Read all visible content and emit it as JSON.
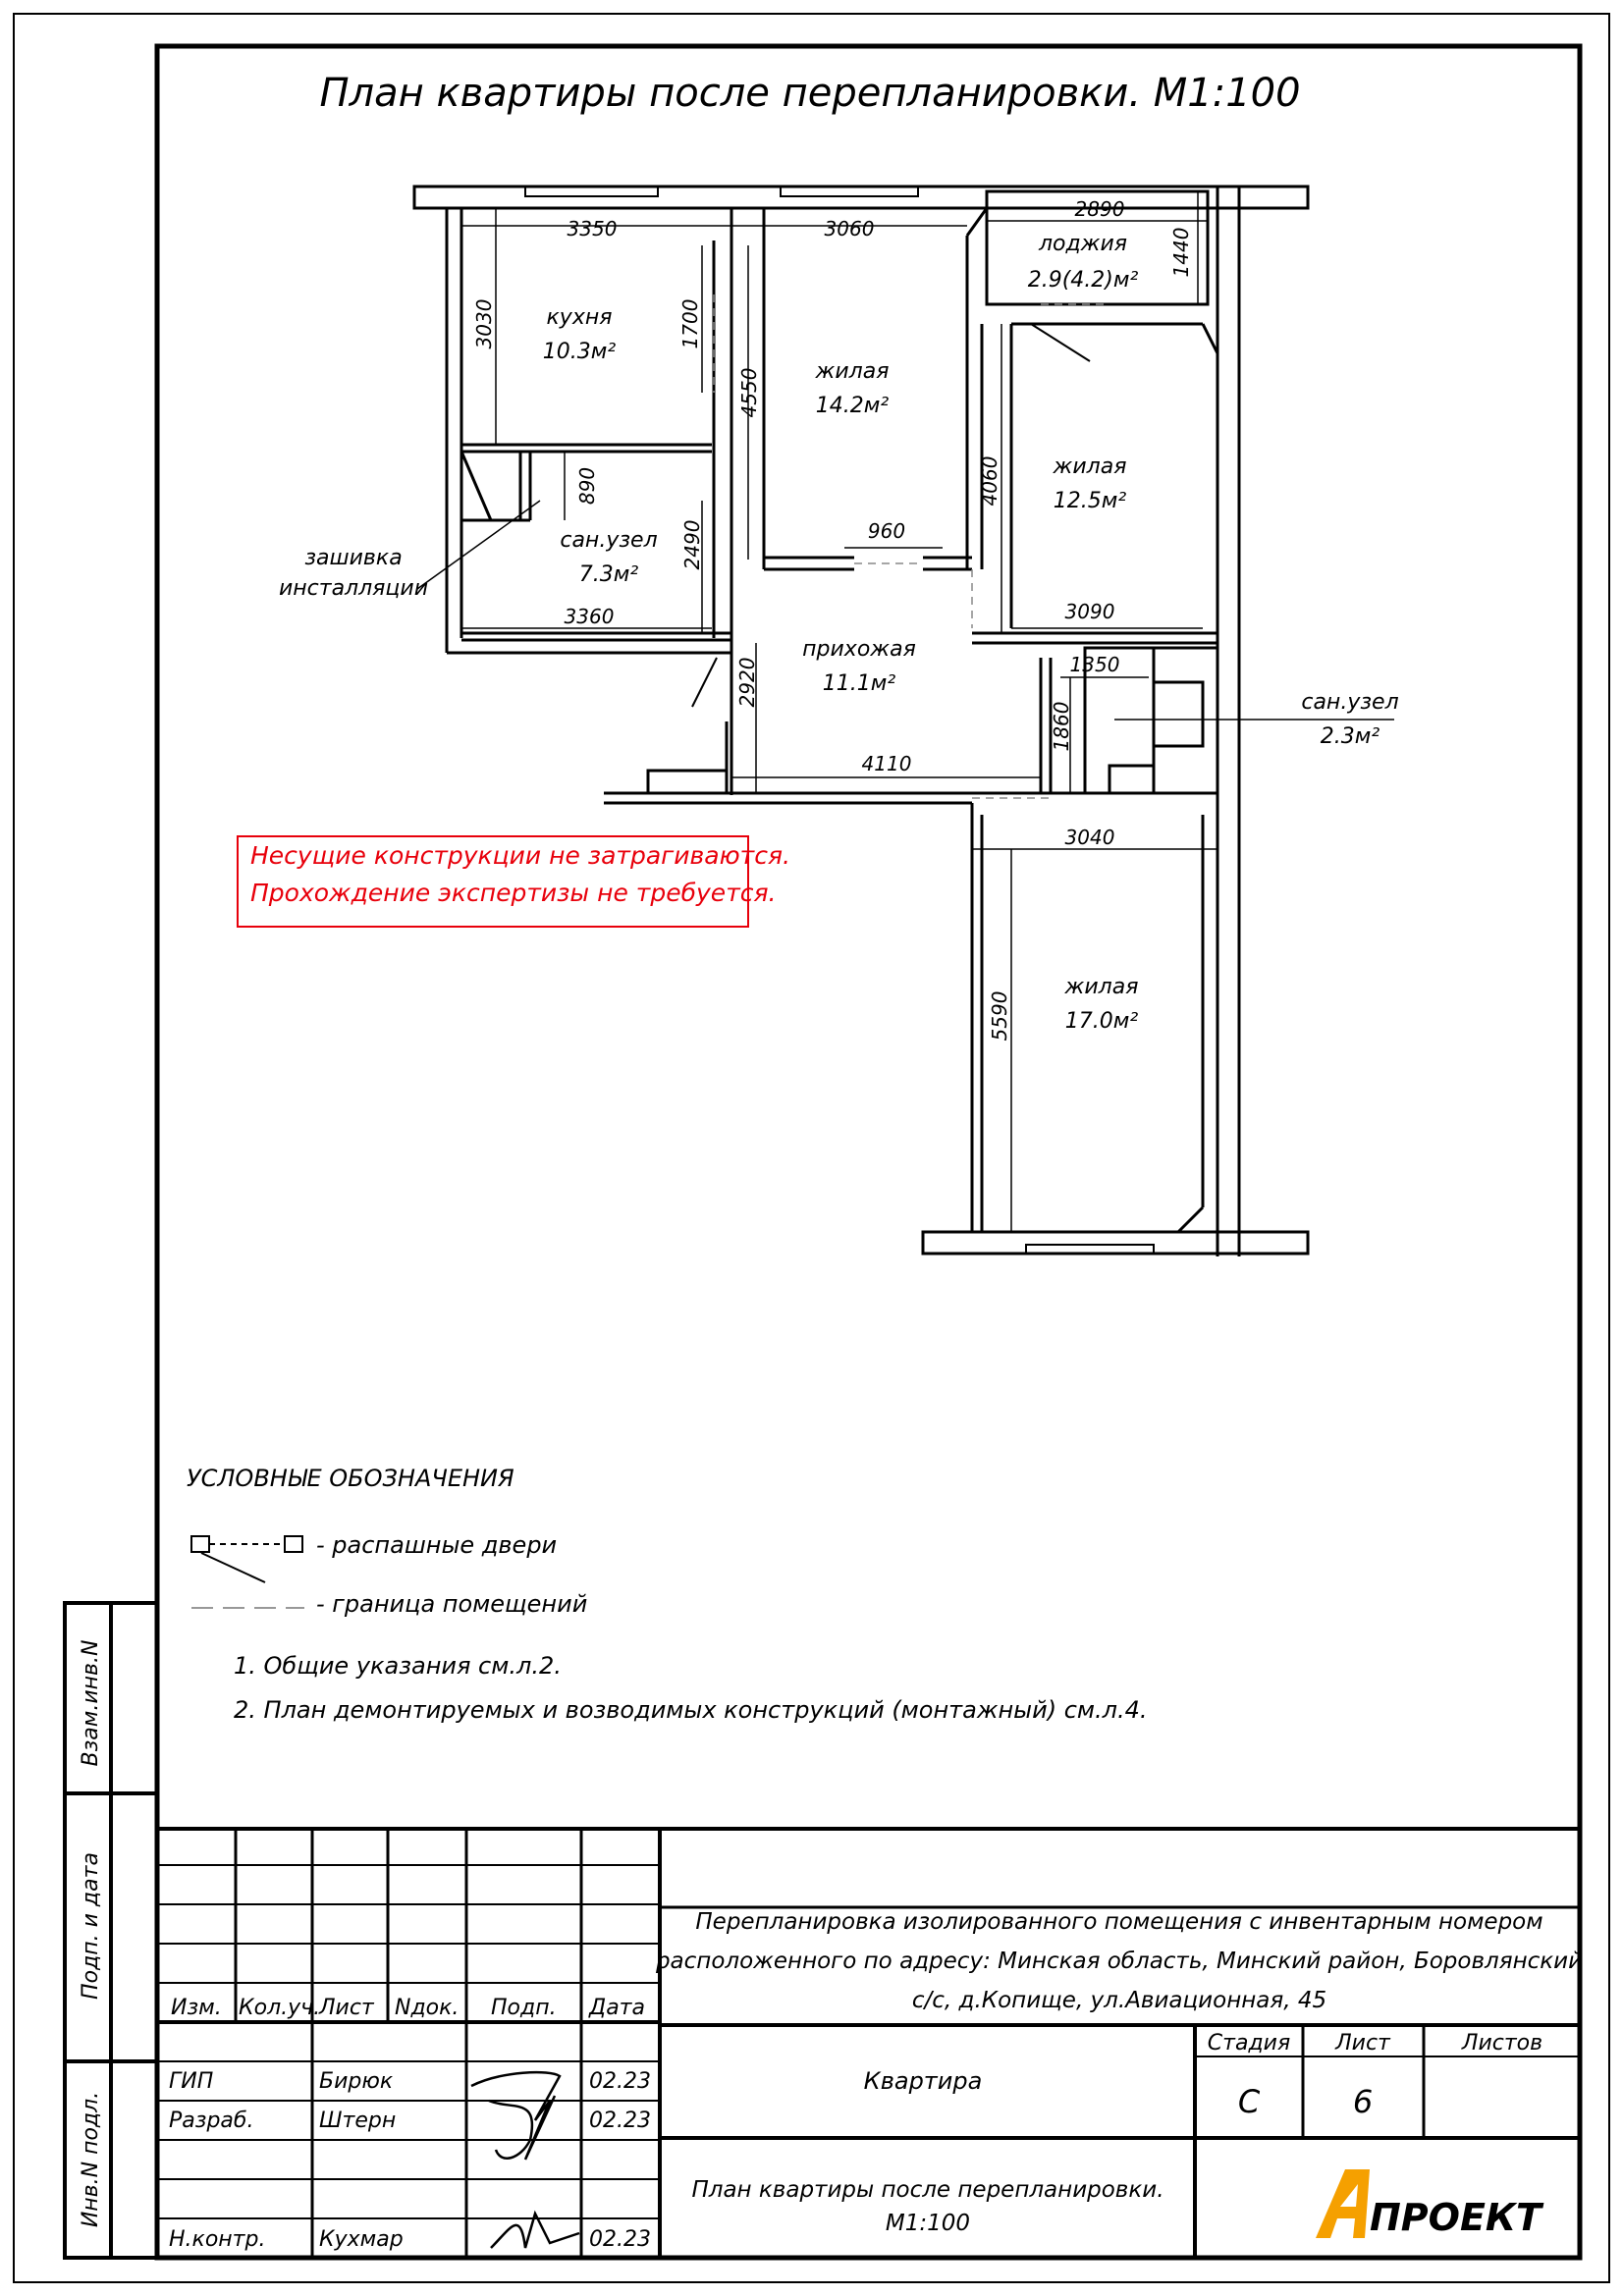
{
  "title": "План квартиры после перепланировки. М1:100",
  "rooms": {
    "kitchen": {
      "name": "кухня",
      "area": "10.3м²"
    },
    "living1": {
      "name": "жилая",
      "area": "14.2м²"
    },
    "loggia": {
      "name": "лоджия",
      "area": "2.9(4.2)м²"
    },
    "living2": {
      "name": "жилая",
      "area": "12.5м²"
    },
    "bath1": {
      "name": "сан.узел",
      "area": "7.3м²"
    },
    "hall": {
      "name": "прихожая",
      "area": "11.1м²"
    },
    "bath2": {
      "name": "сан.узел",
      "area": "2.3м²"
    },
    "living3": {
      "name": "жилая",
      "area": "17.0м²"
    }
  },
  "dims": {
    "d3350": "3350",
    "d3060": "3060",
    "d2890": "2890",
    "d1440": "1440",
    "d3030": "3030",
    "d1700": "1700",
    "d4550": "4550",
    "d4060": "4060",
    "d890": "890",
    "d960": "960",
    "d2490": "2490",
    "d3360": "3360",
    "d3090": "3090",
    "d2920": "2920",
    "d1350": "1350",
    "d1860": "1860",
    "d4110": "4110",
    "d3040": "3040",
    "d5590": "5590"
  },
  "callout_installation": [
    "зашивка",
    "инсталляции"
  ],
  "notice": [
    "Несущие конструкции не затрагиваются.",
    "Прохождение экспертизы не требуется."
  ],
  "colors": {
    "notice": "#e8000b",
    "logo": "#f5a000"
  },
  "legend": {
    "title": "УСЛОВНЫЕ ОБОЗНАЧЕНИЯ",
    "door": "- распашные двери",
    "boundary": "- граница помещений"
  },
  "notes": [
    "1. Общие указания см.л.2.",
    "2. План демонтируемых и возводимых конструкций (монтажный) см.л.4."
  ],
  "side_stamp": [
    "Взам.инв.N",
    "Подп. и дата",
    "Инв.N подл."
  ],
  "title_block": {
    "headers": [
      "Изм.",
      "Кол.уч.",
      "Лист",
      "Nдок.",
      "Подп.",
      "Дата"
    ],
    "people": [
      {
        "role": "ГИП",
        "name": "Бирюк",
        "date": "02.23"
      },
      {
        "role": "Разраб.",
        "name": "Штерн",
        "date": "02.23"
      },
      {
        "role": "Н.контр.",
        "name": "Кухмар",
        "date": "02.23"
      }
    ],
    "project": [
      "Перепланировка изолированного помещения с инвентарным номером",
      "расположенного по адресу: Минская область, Минский район, Боровлянский",
      "с/с, д.Копище, ул.Авиационная, 45"
    ],
    "object": "Квартира",
    "sheet_title": [
      "План квартиры после перепланировки.",
      "М1:100"
    ],
    "stage_label": "Стадия",
    "sheet_label": "Лист",
    "sheets_label": "Листов",
    "stage": "С",
    "sheet": "6",
    "logo": "ПРОЕКТ",
    "logo_letter": "А"
  }
}
